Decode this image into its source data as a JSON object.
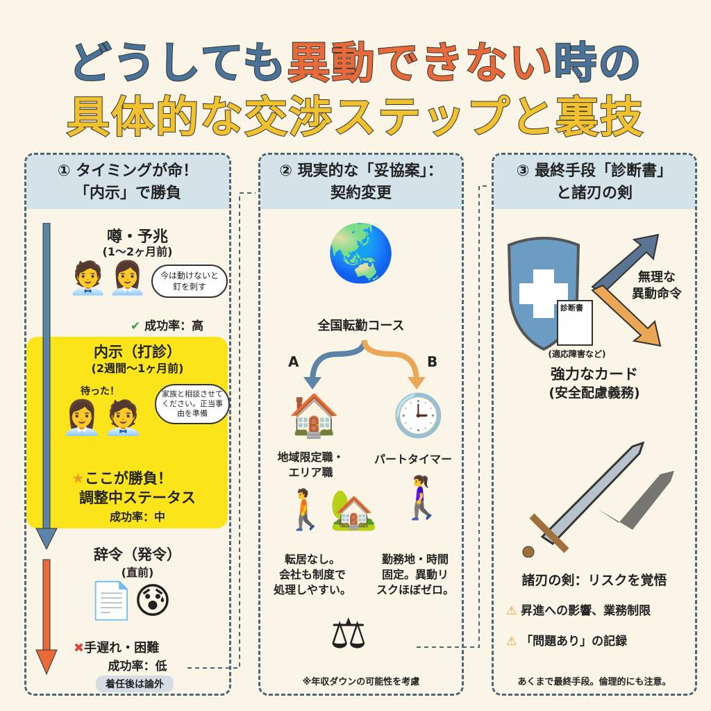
{
  "title": {
    "line1_a": "どうしても",
    "line1_b": "異動できない",
    "line1_c": "時の",
    "line2": "具体的な交渉ステップと裏技"
  },
  "panel1": {
    "header1": "① タイミングが命！",
    "header2": "「内示」で勝負",
    "stage1": {
      "title": "噂・予兆",
      "sub": "(1〜2ヶ月前)",
      "bubble": "今は動けないと釘を刺す",
      "rate": "成功率：高"
    },
    "stage2": {
      "title": "内示（打診）",
      "sub": "(2週間〜1ヶ月前)",
      "shout": "待った！",
      "bubble": "家族と相談させてください。正当事由を準備",
      "point": "ここが勝負！",
      "status": "調整中ステータス",
      "rate": "成功率：中"
    },
    "stage3": {
      "title": "辞令（発令）",
      "sub": "(直前)",
      "warn": "手遅れ・困難",
      "rate": "成功率：低",
      "chip": "着任後は論外"
    }
  },
  "panel2": {
    "header1": "② 現実的な「妥協案」：",
    "header2": "契約変更",
    "course": "全国転勤コース",
    "a": "A",
    "b": "B",
    "opt_a": {
      "title1": "地域限定職・",
      "title2": "エリア職",
      "desc1": "転居なし。",
      "desc2": "会社も制度で",
      "desc3": "処理しやすい。"
    },
    "opt_b": {
      "title": "パートタイマー",
      "desc1": "勤務地・時間",
      "desc2": "固定。異動リ",
      "desc3": "スクほぼゼロ。"
    },
    "note": "※年収ダウンの可能性を考慮"
  },
  "panel3": {
    "header1": "③ 最終手段「診断書」",
    "header2": "と諸刃の剣",
    "doc": "診断書",
    "order1": "無理な",
    "order2": "異動命令",
    "example": "(適応障害など)",
    "card1": "強力なカード",
    "card2": "(安全配慮義務)",
    "sword": "諸刃の剣：リスクを覚悟",
    "risk1": "昇進への影響、業務制限",
    "risk2": "「問題あり」の記録",
    "footer": "あくまで最終手段。倫理的にも注意。"
  },
  "colors": {
    "blue": "#4a7399",
    "orange": "#e8693a",
    "yellow": "#fbe41a",
    "header": "#d4e3ea",
    "bg": "#faf5e6"
  }
}
